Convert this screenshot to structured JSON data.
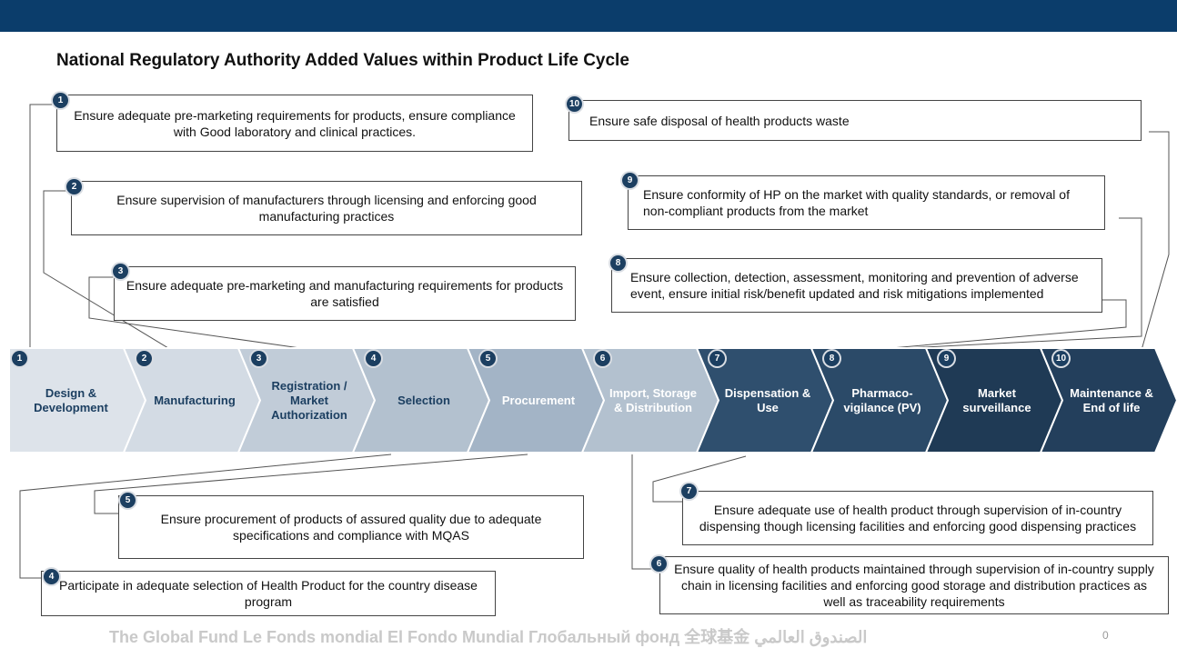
{
  "title": "National Regulatory Authority Added Values within Product Life Cycle",
  "stages": [
    {
      "num": "1",
      "label": "Design & Development",
      "fill": "#dde3ea",
      "text_color": "#1c3f61"
    },
    {
      "num": "2",
      "label": "Manufacturing",
      "fill": "#d3dbe4",
      "text_color": "#1c3f61"
    },
    {
      "num": "3",
      "label": "Registration / Market Authorization",
      "fill": "#c1ccd8",
      "text_color": "#1c3f61"
    },
    {
      "num": "4",
      "label": "Selection",
      "fill": "#b3c1cf",
      "text_color": "#1c3f61"
    },
    {
      "num": "5",
      "label": "Procurement",
      "fill": "#a3b4c6",
      "text_color": "#ffffff"
    },
    {
      "num": "6",
      "label": "Import, Storage & Distribution",
      "fill": "#b3c1cf",
      "text_color": "#ffffff"
    },
    {
      "num": "7",
      "label": "Dispensation & Use",
      "fill": "#2f4f6e",
      "text_color": "#ffffff"
    },
    {
      "num": "8",
      "label": "Pharmaco-vigilance (PV)",
      "fill": "#2b4a68",
      "text_color": "#ffffff"
    },
    {
      "num": "9",
      "label": "Market surveillance",
      "fill": "#1f3a55",
      "text_color": "#ffffff"
    },
    {
      "num": "10",
      "label": "Maintenance & End of life",
      "fill": "#233f5c",
      "text_color": "#ffffff"
    }
  ],
  "notes": {
    "n1": {
      "num": "1",
      "text": "Ensure adequate pre-marketing requirements for products, ensure compliance with Good laboratory and clinical practices."
    },
    "n2": {
      "num": "2",
      "text": "Ensure supervision of manufacturers through licensing and enforcing good manufacturing practices"
    },
    "n3": {
      "num": "3",
      "text": "Ensure adequate pre-marketing and manufacturing requirements for products are satisfied"
    },
    "n4": {
      "num": "4",
      "text": "Participate in adequate selection of Health Product for the country disease program"
    },
    "n5": {
      "num": "5",
      "text": "Ensure procurement of products of assured quality due to adequate specifications and compliance with MQAS"
    },
    "n6": {
      "num": "6",
      "text": "Ensure quality of health products maintained through supervision of in-country supply chain in licensing facilities and enforcing good storage and distribution practices as well as traceability requirements"
    },
    "n7": {
      "num": "7",
      "text": "Ensure adequate use of health product through supervision of in-country dispensing though licensing facilities and enforcing good dispensing practices"
    },
    "n8": {
      "num": "8",
      "text": "Ensure collection, detection, assessment, monitoring and prevention of adverse event, ensure initial risk/benefit updated and risk mitigations implemented"
    },
    "n9": {
      "num": "9",
      "text": "Ensure conformity of HP on the market with quality standards, or removal of non-compliant products from the market"
    },
    "n10": {
      "num": "10",
      "text": "Ensure safe disposal of health products waste"
    }
  },
  "footer": {
    "text": "The Global Fund  Le Fonds mondial  El Fondo Mundial  Глобальный фонд  全球基金  الصندوق العالمي",
    "page_number": "0"
  },
  "colors": {
    "topbar": "#0b3d6b",
    "badge": "#1c3f61"
  }
}
